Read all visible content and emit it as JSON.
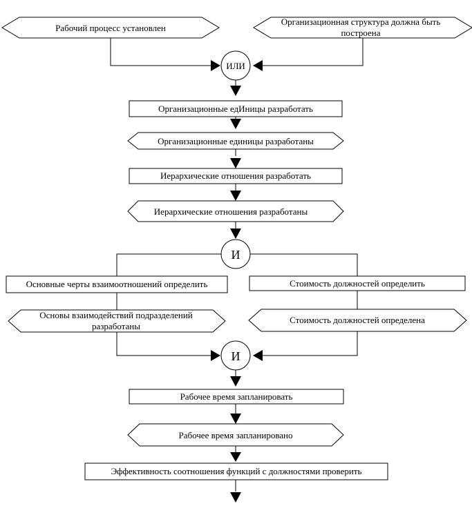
{
  "diagram": {
    "events": {
      "start_left": "Рабочий процесс установлен",
      "start_right_line1": "Организационная структура должна быть",
      "start_right_line2": "построена",
      "units_done": "Организационные единицы разработаны",
      "hierarchy_done": "Иерархические отношения разработаны",
      "basics_line1": "Основы взаимодействий подразделений",
      "basics_line2": "разработаны",
      "cost_done": "Стоимость должностей определена",
      "time_done": "Рабочее время запланировано"
    },
    "functions": {
      "units_develop": "Организационные едИницы разработать",
      "hierarchy_develop": "Иерархические отношения разработать",
      "features_define": "Основные черты взаимоотношений определить",
      "cost_define": "Стоимость должностей определить",
      "time_plan": "Рабочее время запланировать",
      "efficiency_check": "Эффективность соотношения функций с должностями проверить"
    },
    "connectors": {
      "or1": "ИЛИ",
      "and1": "И",
      "and2": "И"
    }
  }
}
